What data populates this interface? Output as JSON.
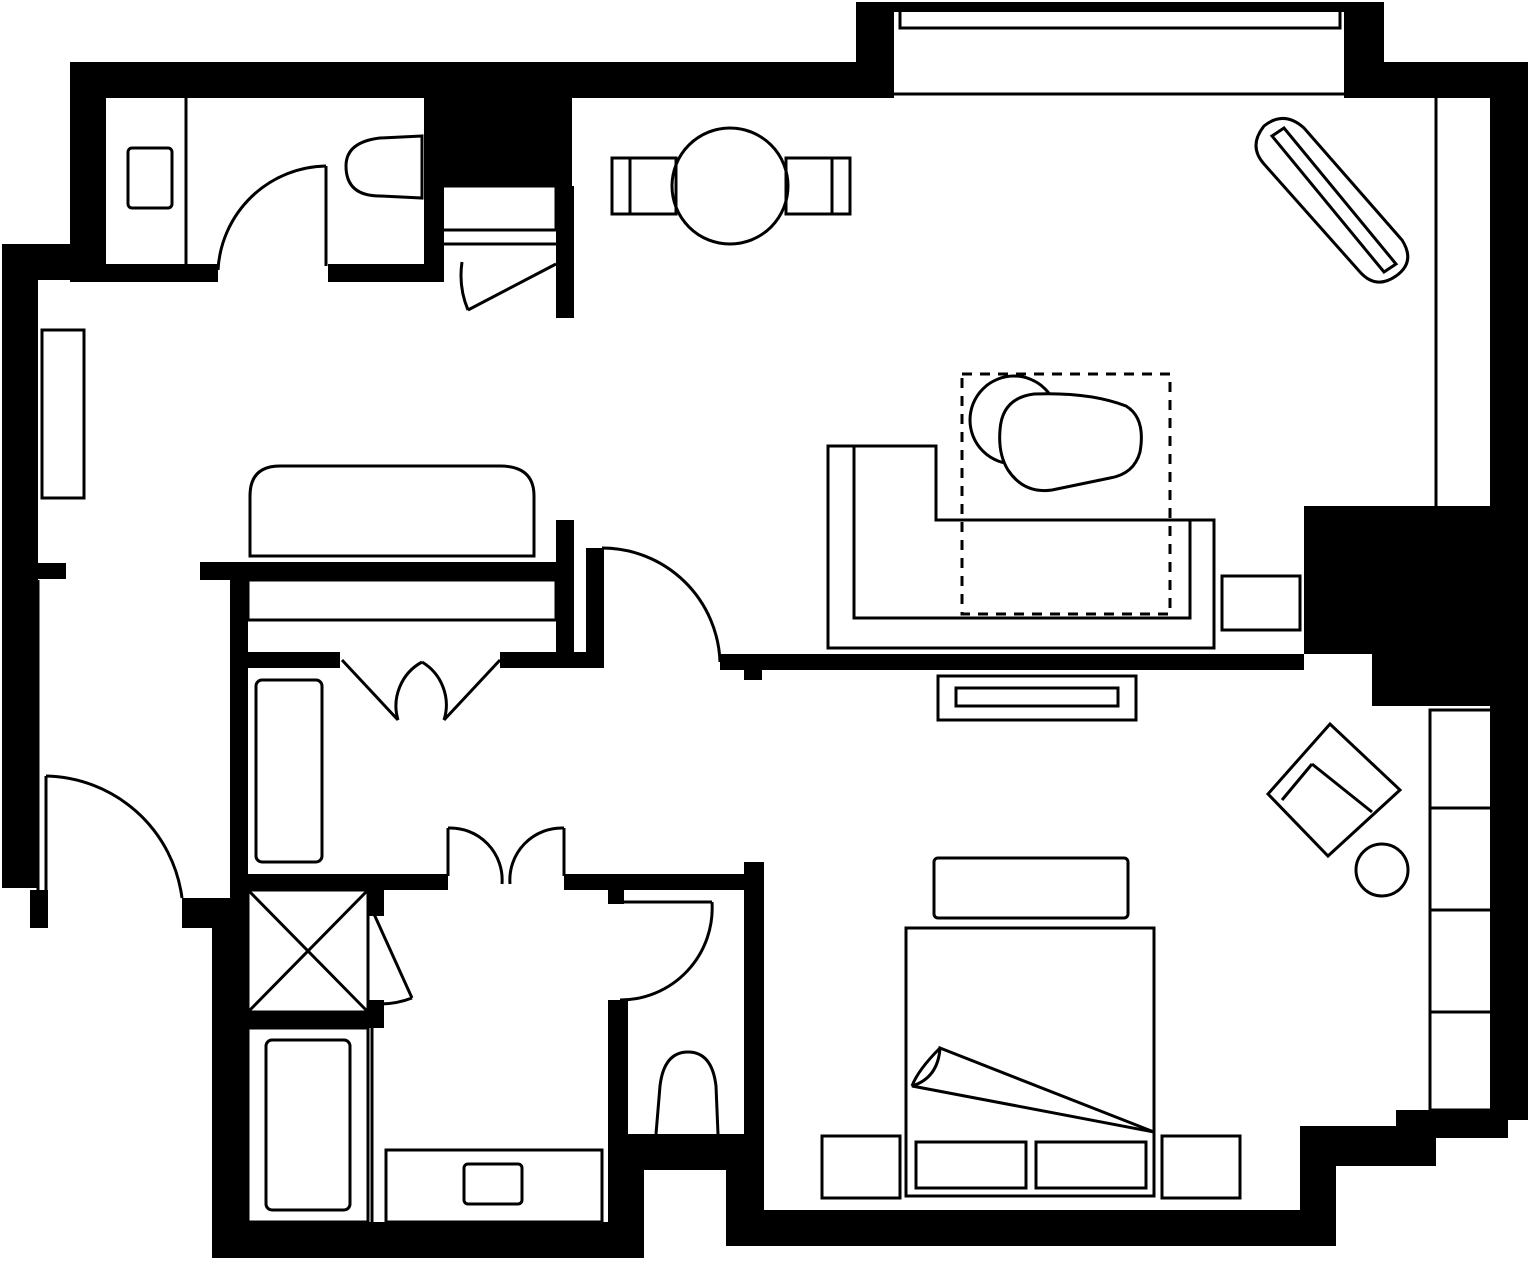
{
  "floor_plan": {
    "colors": {
      "wall": "#000000",
      "line": "#000000",
      "background": "#ffffff"
    },
    "rooms": [
      "living-room",
      "bedroom",
      "bathroom",
      "powder-room",
      "entry-hall",
      "closet"
    ],
    "furniture": [
      "dining-table",
      "dining-chair",
      "dining-chair",
      "chaise-lounge",
      "sofa",
      "lounge-chair",
      "ottoman",
      "coffee-table",
      "side-table",
      "console-table",
      "bench",
      "tv-console",
      "armchair",
      "round-side-table",
      "bed",
      "headboard-bench",
      "nightstand",
      "nightstand",
      "pillow",
      "pillow",
      "bathtub",
      "bathtub",
      "shower",
      "toilet",
      "toilet",
      "vanity-sink",
      "sink",
      "window-seat",
      "wardrobe"
    ]
  }
}
